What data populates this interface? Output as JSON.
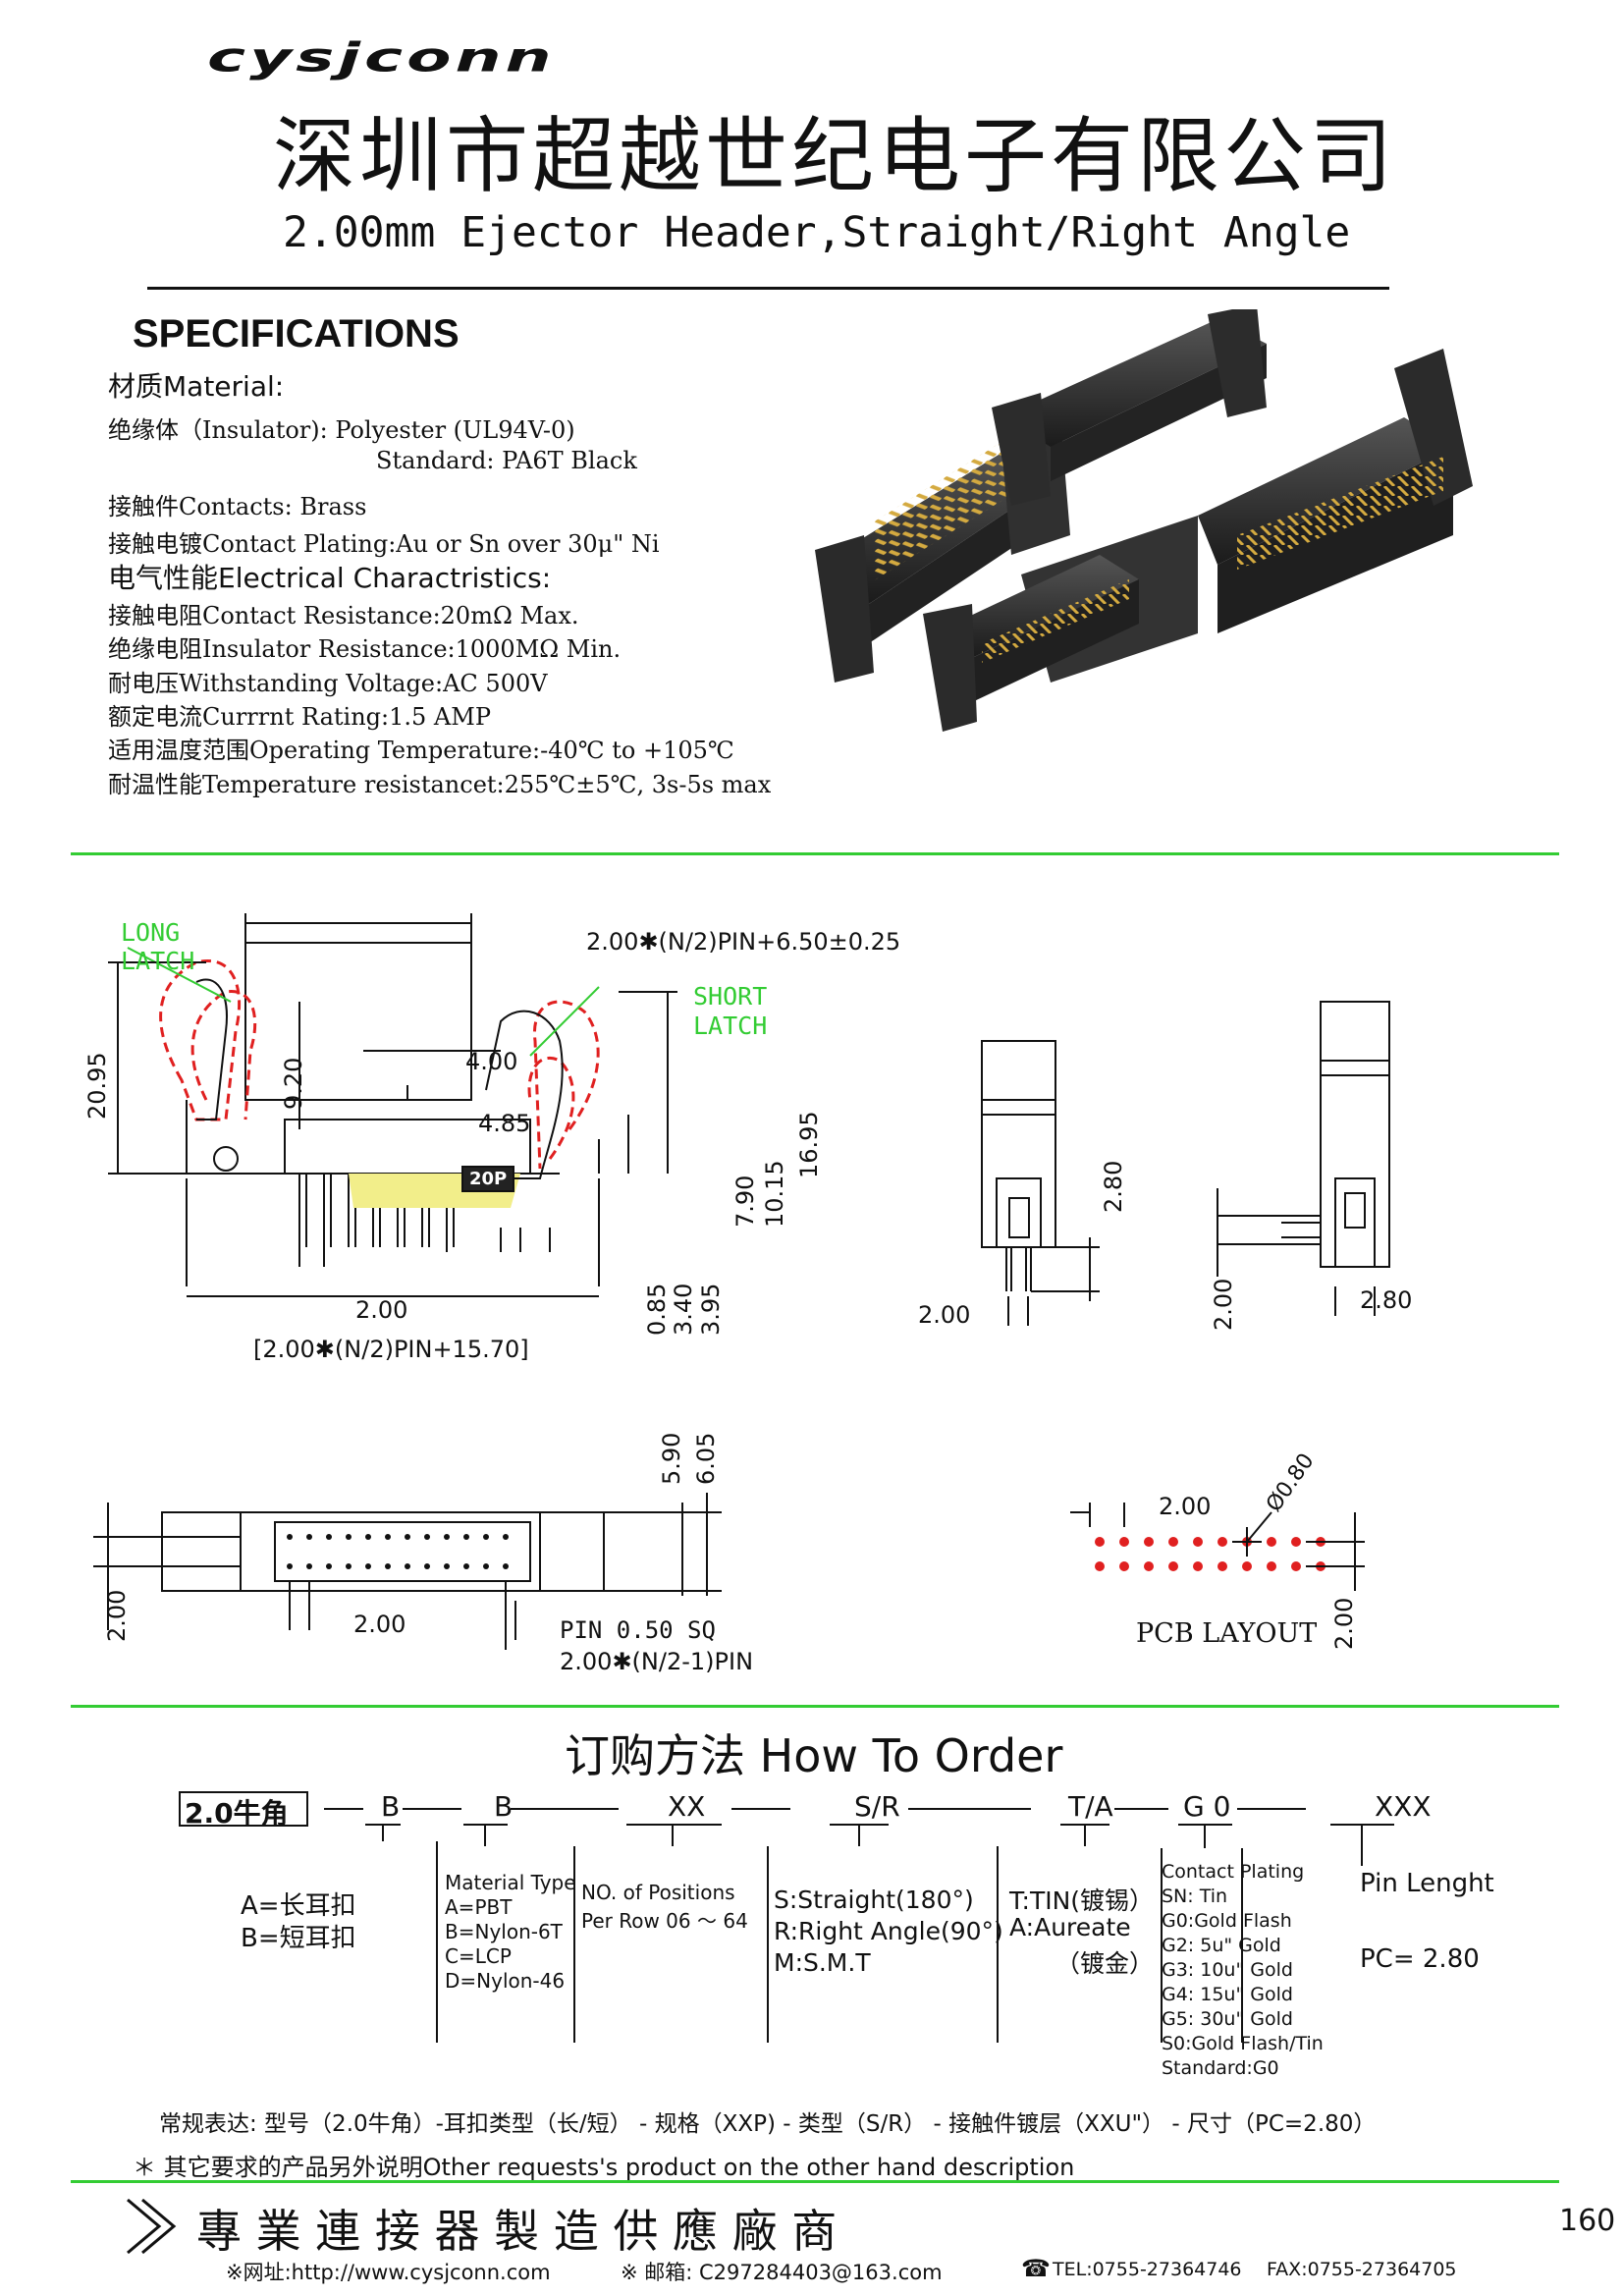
{
  "header": {
    "brand": "cysjconn",
    "company_cn": "深圳市超越世纪电子有限公司",
    "product_title": "2.00mm Ejector Header,Straight/Right Angle"
  },
  "specs": {
    "heading": "SPECIFICATIONS",
    "material_heading": "材质Material:",
    "lines": [
      "绝缘体（Insulator):  Polyester (UL94V-0)",
      "Standard: PA6T Black",
      "接触件Contacts: Brass",
      "接触电镀Contact Plating:Au or Sn over 30μ\" Ni"
    ],
    "electrical_heading": "电气性能Electrical Charactristics:",
    "electrical_lines": [
      "接触电阻Contact Resistance:20mΩ  Max.",
      "绝缘电阻Insulator Resistance:1000MΩ  Min.",
      "耐电压Withstanding Voltage:AC 500V",
      "额定电流Currrnt Rating:1.5 AMP",
      "适用温度范围Operating Temperature:-40℃  to +105℃",
      "耐温性能Temperature resistancet:255℃±5℃, 3s-5s max"
    ]
  },
  "drawing": {
    "long_latch": [
      "LONG",
      "LATCH"
    ],
    "short_latch": [
      "SHORT",
      "LATCH"
    ],
    "dim_top": "2.00✱(N/2)PIN+6.50±0.25",
    "dim_bottom": "[2.00✱(N/2)PIN+15.70]",
    "dim_2095": "20.95",
    "dim_920": "9.20",
    "dim_400": "4.00",
    "dim_485": "4.85",
    "dim_1695": "16.95",
    "dim_1015": "10.15",
    "dim_790": "7.90",
    "dim_200a": "2.00",
    "dim_085": "0.85",
    "dim_340": "3.40",
    "dim_395": "3.95",
    "badge_20p": "20P",
    "side_280": "2.80",
    "side_200": "2.00",
    "ra_200": "2.00",
    "ra_280": "2.80",
    "top_590": "5.90",
    "top_605": "6.05",
    "top_200v": "2.00",
    "top_200h": "2.00",
    "pin_sq": "PIN 0.50 SQ",
    "dim_pitch": "2.00✱(N/2-1)PIN",
    "pcb_200h": "2.00",
    "pcb_dia": "Ø0.80",
    "pcb_200v": "2.00",
    "pcb_layout": "PCB LAYOUT"
  },
  "order": {
    "title": "订购方法  How To Order",
    "model": "2.0牛角",
    "codes": [
      "B",
      "B",
      "XX",
      "S/R",
      "T/A",
      "G 0",
      "XXX"
    ],
    "latch": [
      "A=长耳扣",
      "B=短耳扣"
    ],
    "material_type": [
      "Material Type",
      "A=PBT",
      "B=Nylon-6T",
      "C=LCP",
      "D=Nylon-46"
    ],
    "positions": [
      "NO. of Positions",
      "Per Row  06 ～ 64"
    ],
    "type": [
      "S:Straight(180°)",
      "R:Right Angle(90°)",
      "M:S.M.T"
    ],
    "finish": [
      "T:TIN(镀锡）",
      "A:Aureate",
      "（镀金）"
    ],
    "plating": [
      "Contact Plating",
      "SN: Tin",
      "G0:Gold Flash",
      "G2:  5u\" Gold",
      "G3: 10u\" Gold",
      "G4: 15u\" Gold",
      "G5: 30u\" Gold",
      "S0:Gold Flash/Tin",
      "Standard:G0"
    ],
    "pin_length": [
      "Pin Lenght",
      "PC= 2.80"
    ],
    "regular_expr": "常规表达:  型号（2.0牛角）-耳扣类型（长/短） - 规格（XXP) - 类型（S/R） - 接触件镀层（XXU\"） - 尺寸（PC=2.80）",
    "other_request": "＊ 其它要求的产品另外说明Other requests's product on the other hand description"
  },
  "footer": {
    "slogan": "專 業 連 接 器 製 造 供 應 廠 商",
    "page_number": "160",
    "website": "※网址:http://www.cysjconn.com",
    "email": "※ 邮箱:  C297284403@163.com",
    "tel": "TEL:0755-27364746",
    "fax": "FAX:0755-27364705"
  },
  "colors": {
    "accent_green": "#33cc33",
    "latch_red": "#e02020",
    "highlight_yellow": "#f2ee8a"
  }
}
